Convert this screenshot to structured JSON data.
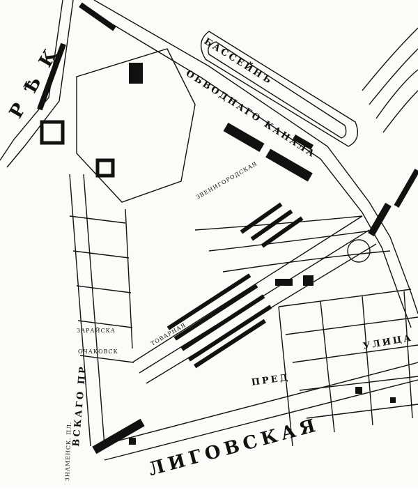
{
  "map": {
    "colors": {
      "ink": "#111111",
      "paper": "#fbfbf9"
    },
    "labels": {
      "basin": "БАССЕЙНЪ",
      "canal": "ОБВОДНАГО КАНАЛА",
      "river": "Р Ѣ К",
      "prospect": "ВСКАГО ПР",
      "ligovka": "ЛИГОВСКАЯ",
      "street": "УЛИЦА",
      "pred": "ПРЕД",
      "znamenskaya": "ЗНАМЕНСК. ПЛ.",
      "street_small_1": "ЗАРАЙСКА",
      "street_small_2": "ОЧАКОВСК",
      "street_small_3": "ТОВАРНАЯ",
      "street_small_4": "ЗВЕНИГОРОДСКАЯ"
    }
  }
}
